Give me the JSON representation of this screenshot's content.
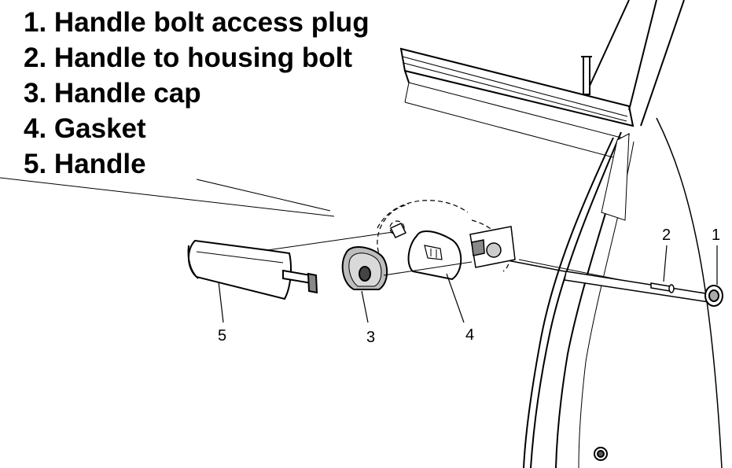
{
  "legend": [
    "1. Handle bolt access plug",
    "2. Handle to housing bolt",
    "3. Handle cap",
    "4. Gasket",
    "5. Handle"
  ],
  "callouts": {
    "plug": "1",
    "bolt": "2",
    "cap": "3",
    "gasket": "4",
    "handle": "5"
  },
  "colors": {
    "line": "#000000",
    "part_fill": "#ffffff",
    "shade": "#bdbdbd",
    "dark": "#555555"
  }
}
